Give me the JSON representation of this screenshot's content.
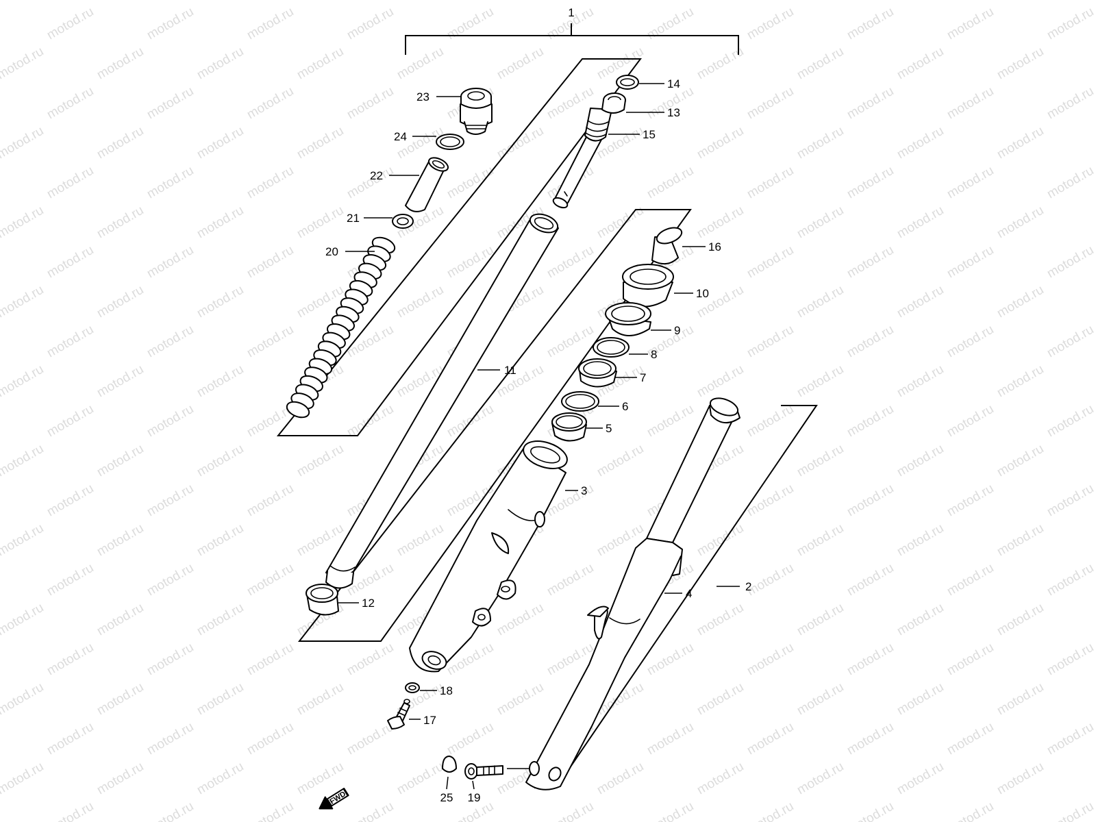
{
  "watermark": "motod.ru",
  "fwd_badge": "FWD",
  "callouts": {
    "c1": "1",
    "c2": "2",
    "c3": "3",
    "c4": "4",
    "c5": "5",
    "c6": "6",
    "c7": "7",
    "c8": "8",
    "c9": "9",
    "c10": "10",
    "c11": "11",
    "c12": "12",
    "c13": "13",
    "c14": "14",
    "c15": "15",
    "c16": "16",
    "c17": "17",
    "c18": "18",
    "c19": "19",
    "c20": "20",
    "c21": "21",
    "c22": "22",
    "c23": "23",
    "c24": "24",
    "c25": "25"
  },
  "colors": {
    "line": "#000000",
    "background": "#ffffff",
    "watermark": "#dcdcdc"
  }
}
